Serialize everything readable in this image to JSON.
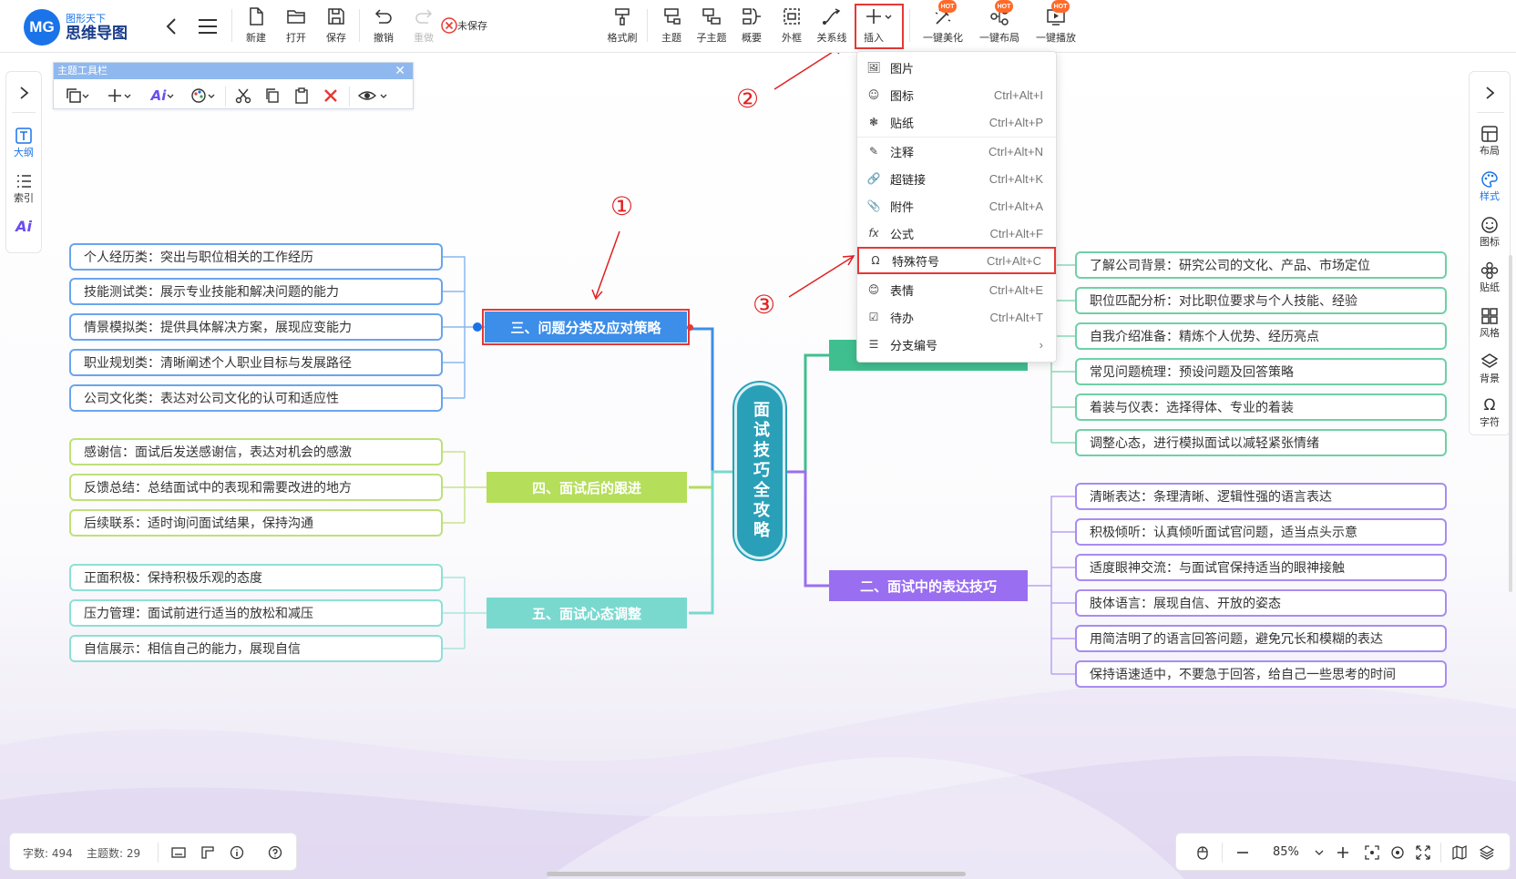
{
  "app": {
    "logo_badge": "MG",
    "logo_sub": "图形天下",
    "logo_main": "思维导图"
  },
  "toolbar": {
    "new": "新建",
    "open": "打开",
    "save": "保存",
    "undo": "撤销",
    "redo": "重做",
    "unsaved": "未保存",
    "format_brush": "格式刷",
    "topic": "主题",
    "subtopic": "子主题",
    "summary": "概要",
    "frame": "外框",
    "relation": "关系线",
    "insert": "插入",
    "beautify": "一键美化",
    "layout": "一键布局",
    "play": "一键播放",
    "hot_badge": "HOT"
  },
  "left_rail": {
    "outline": "大纲",
    "index": "索引",
    "ai": "Ai"
  },
  "right_rail": {
    "layout": "布局",
    "style": "样式",
    "icon": "图标",
    "sticker": "贴纸",
    "theme": "风格",
    "background": "背景",
    "font": "字符"
  },
  "theme_toolbar": {
    "title": "主题工具栏",
    "ai": "Ai"
  },
  "mindmap": {
    "center": "面试技巧全攻略",
    "branch3": {
      "label": "三、问题分类及应对策略",
      "color": "#3d8ee8",
      "leaves": [
        "个人经历类：突出与职位相关的工作经历",
        "技能测试类：展示专业技能和解决问题的能力",
        "情景模拟类：提供具体解决方案，展现应变能力",
        "职业规划类：清晰阐述个人职业目标与发展路径",
        "公司文化类：表达对公司文化的认可和适应性"
      ]
    },
    "branch4": {
      "label": "四、面试后的跟进",
      "color": "#b5de5a",
      "leaves": [
        "感谢信：面试后发送感谢信，表达对机会的感激",
        "反馈总结：总结面试中的表现和需要改进的地方",
        "后续联系：适时询问面试结果，保持沟通"
      ]
    },
    "branch5": {
      "label": "五、面试心态调整",
      "color": "#7ad9cf",
      "leaves": [
        "正面积极：保持积极乐观的态度",
        "压力管理：面试前进行适当的放松和减压",
        "自信展示：相信自己的能力，展现自信"
      ]
    },
    "branch1": {
      "label": "",
      "color": "#3fbf8f",
      "leaves": [
        "了解公司背景：研究公司的文化、产品、市场定位",
        "职位匹配分析：对比职位要求与个人技能、经验",
        "自我介绍准备：精炼个人优势、经历亮点",
        "常见问题梳理：预设问题及回答策略",
        "着装与仪表：选择得体、专业的着装",
        "调整心态，进行模拟面试以减轻紧张情绪"
      ]
    },
    "branch2": {
      "label": "二、面试中的表达技巧",
      "color": "#9a6ef0",
      "leaves": [
        "清晰表达：条理清晰、逻辑性强的语言表达",
        "积极倾听：认真倾听面试官问题，适当点头示意",
        "适度眼神交流：与面试官保持适当的眼神接触",
        "肢体语言：展现自信、开放的姿态",
        "用简洁明了的语言回答问题，避免冗长和模糊的表达",
        "保持语速适中，不要急于回答，给自己一些思考的时间"
      ]
    }
  },
  "insert_menu": [
    {
      "icon": "🖼",
      "label": "图片",
      "shortcut": ""
    },
    {
      "icon": "☺",
      "label": "图标",
      "shortcut": "Ctrl+Alt+I"
    },
    {
      "icon": "❃",
      "label": "贴纸",
      "shortcut": "Ctrl+Alt+P"
    },
    {
      "icon": "✎",
      "label": "注释",
      "shortcut": "Ctrl+Alt+N"
    },
    {
      "icon": "🔗",
      "label": "超链接",
      "shortcut": "Ctrl+Alt+K"
    },
    {
      "icon": "📎",
      "label": "附件",
      "shortcut": "Ctrl+Alt+A"
    },
    {
      "icon": "fx",
      "label": "公式",
      "shortcut": "Ctrl+Alt+F"
    },
    {
      "icon": "Ω",
      "label": "特殊符号",
      "shortcut": "Ctrl+Alt+C"
    },
    {
      "icon": "😊",
      "label": "表情",
      "shortcut": "Ctrl+Alt+E"
    },
    {
      "icon": "☑",
      "label": "待办",
      "shortcut": "Ctrl+Alt+T"
    },
    {
      "icon": "☰",
      "label": "分支编号",
      "shortcut": "›"
    }
  ],
  "annotations": {
    "a1": "①",
    "a2": "②",
    "a3": "③"
  },
  "status": {
    "words": "字数: 494",
    "topics": "主题数: 29",
    "zoom": "85%"
  }
}
